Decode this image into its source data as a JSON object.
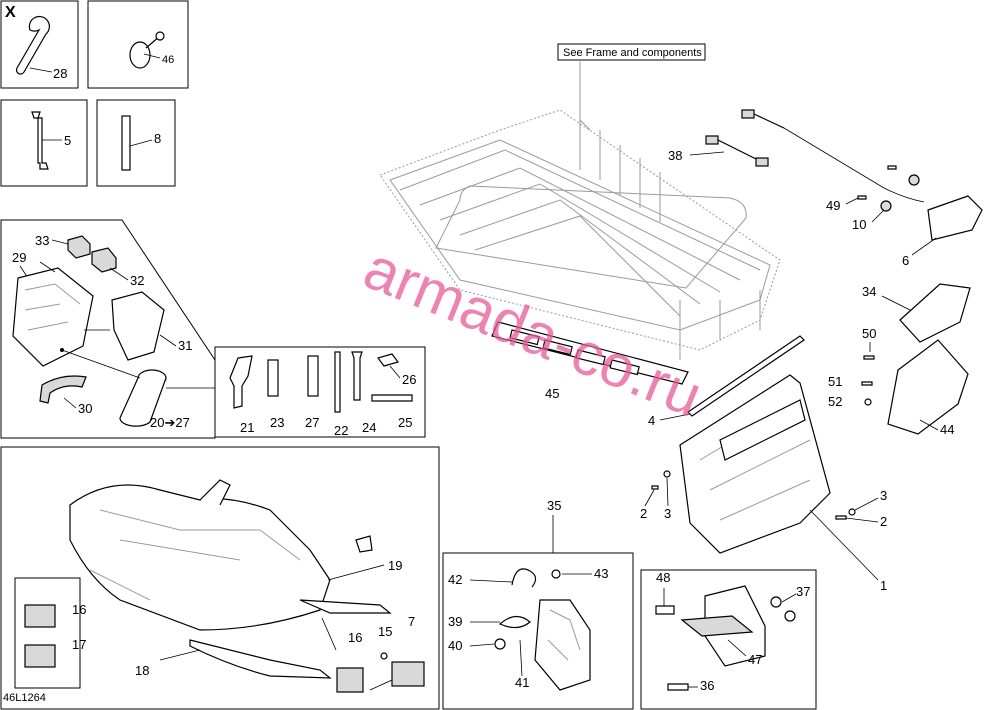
{
  "header": {
    "tool_box_label": "X"
  },
  "callouts": {
    "frame_ref": "See Frame and components",
    "drawing_id": "46L1264",
    "watermark": "armada-co.ru",
    "arrow_range": "20➔27"
  },
  "parts": {
    "p1": "1",
    "p2a": "2",
    "p2b": "2",
    "p3a": "3",
    "p3b": "3",
    "p4": "4",
    "p5": "5",
    "p6": "6",
    "p7": "7",
    "p8": "8",
    "p10": "10",
    "p15": "15",
    "p16a": "16",
    "p16b": "16",
    "p17": "17",
    "p18": "18",
    "p19": "19",
    "p21": "21",
    "p22": "22",
    "p23": "23",
    "p24": "24",
    "p25": "25",
    "p26": "26",
    "p27": "27",
    "p28": "28",
    "p29": "29",
    "p30": "30",
    "p31": "31",
    "p32": "32",
    "p33": "33",
    "p34": "34",
    "p35": "35",
    "p36": "36",
    "p37": "37",
    "p38": "38",
    "p39": "39",
    "p40": "40",
    "p41": "41",
    "p42": "42",
    "p43": "43",
    "p44": "44",
    "p45": "45",
    "p46": "46",
    "p47": "47",
    "p48": "48",
    "p49": "49",
    "p50": "50",
    "p51": "51",
    "p52": "52"
  }
}
